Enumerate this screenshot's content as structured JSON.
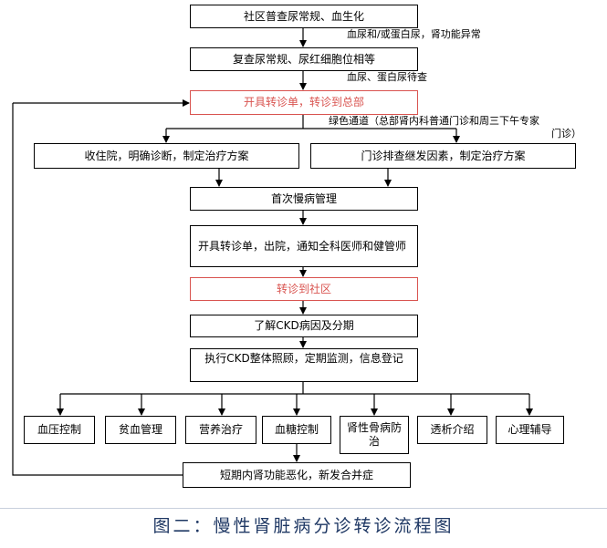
{
  "boxes": {
    "b1": "社区普查尿常规、血生化",
    "b2": "复查尿常规、尿红细胞位相等",
    "b3": "开具转诊单，转诊到总部",
    "b4": "收住院，明确诊断，制定治疗方案",
    "b5": "门诊排查继发因素，制定治疗方案",
    "b6": "首次慢病管理",
    "b7": "开具转诊单，出院，通知全科医师和健管师",
    "b8": "转诊到社区",
    "b9": "了解CKD病因及分期",
    "b10": "执行CKD整体照顾，定期监测，信息登记",
    "c1": "血压控制",
    "c2": "贫血管理",
    "c3": "营养治疗",
    "c4": "血糖控制",
    "c5": "肾性骨病防治",
    "c6": "透析介绍",
    "c7": "心理辅导",
    "b11": "短期内肾功能恶化，新发合并症"
  },
  "labels": {
    "l1": "血尿和/或蛋白尿，肾功能异常",
    "l2": "血尿、蛋白尿待查",
    "l3a": "绿色通道（总部肾内科普通门诊和周三下午专家",
    "l3b": "门诊）"
  },
  "caption": "图二：慢性肾脏病分诊转诊流程图",
  "colors": {
    "highlight": "#d9534f",
    "caption": "#1f3864"
  }
}
